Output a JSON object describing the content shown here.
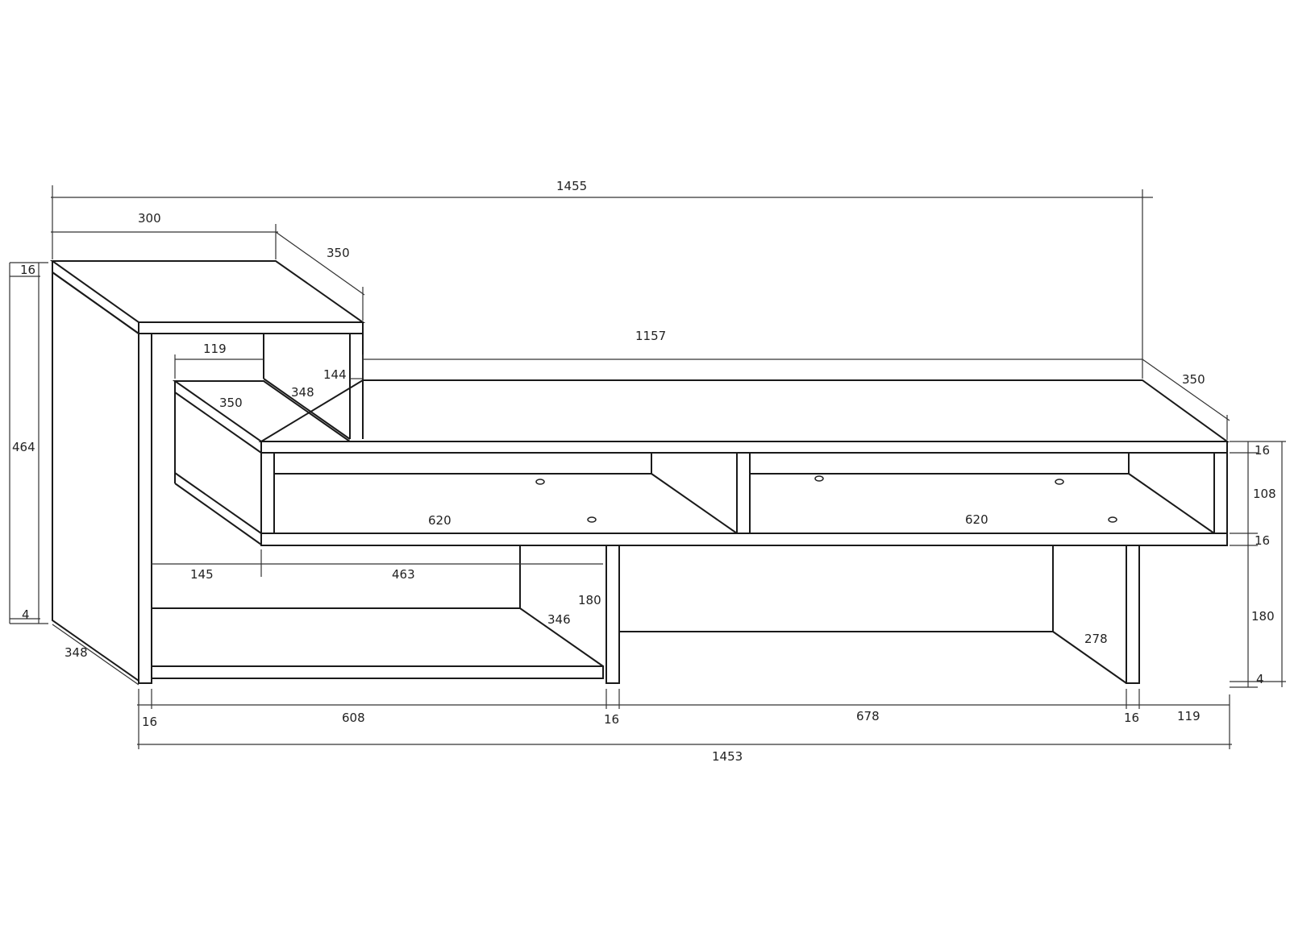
{
  "dimensions": {
    "overall_top_width": "1455",
    "overall_bottom_width": "1453",
    "tower_top_width": "300",
    "tower_top_depth": "350",
    "tower_top_thickness": "16",
    "tower_height": "464",
    "tower_foot": "4",
    "tower_side_depth": "348",
    "step_width": "119",
    "step_height": "144",
    "step_depth": "348",
    "step_top_depth": "350",
    "main_top_width": "1157",
    "main_top_depth": "350",
    "main_top_thickness": "16",
    "compartment_height": "108",
    "shelf_thickness": "16",
    "leg_height_right": "180",
    "foot_right": "4",
    "compartment_left_width": "620",
    "compartment_right_width": "620",
    "offset_145": "145",
    "offset_463": "463",
    "leg_height_center": "180",
    "bottom_shelf_depth": "346",
    "right_leg_depth": "278",
    "bottom_seg_16_a": "16",
    "bottom_seg_608": "608",
    "bottom_seg_16_b": "16",
    "bottom_seg_678": "678",
    "bottom_seg_16_c": "16",
    "bottom_seg_119": "119"
  }
}
